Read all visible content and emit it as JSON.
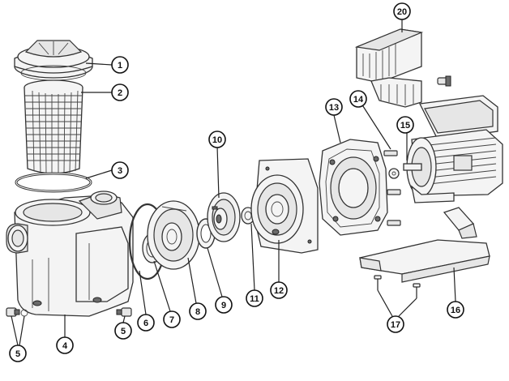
{
  "callouts": [
    {
      "id": "c1",
      "label": "1"
    },
    {
      "id": "c2",
      "label": "2"
    },
    {
      "id": "c3",
      "label": "3"
    },
    {
      "id": "c4",
      "label": "4"
    },
    {
      "id": "c5a",
      "label": "5"
    },
    {
      "id": "c5b",
      "label": "5"
    },
    {
      "id": "c6",
      "label": "6"
    },
    {
      "id": "c7",
      "label": "7"
    },
    {
      "id": "c8",
      "label": "8"
    },
    {
      "id": "c9",
      "label": "9"
    },
    {
      "id": "c10",
      "label": "10"
    },
    {
      "id": "c11",
      "label": "11"
    },
    {
      "id": "c12",
      "label": "12"
    },
    {
      "id": "c13",
      "label": "13"
    },
    {
      "id": "c14",
      "label": "14"
    },
    {
      "id": "c15",
      "label": "15"
    },
    {
      "id": "c16",
      "label": "16"
    },
    {
      "id": "c17",
      "label": "17"
    },
    {
      "id": "c20",
      "label": "20"
    }
  ]
}
